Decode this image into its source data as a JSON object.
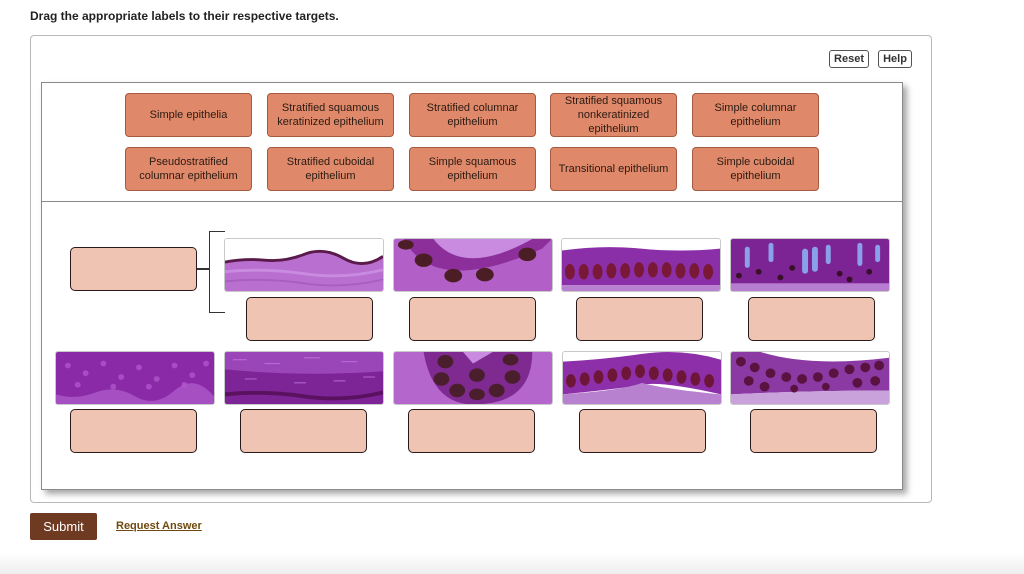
{
  "instructions": "Drag the appropriate labels to their respective targets.",
  "toolbar": {
    "reset_label": "Reset",
    "help_label": "Help"
  },
  "labels": [
    {
      "text": "Simple epithelia"
    },
    {
      "text": "Stratified squamous keratinized epithelium"
    },
    {
      "text": "Stratified columnar epithelium"
    },
    {
      "text": "Stratified squamous nonkeratinized epithelium"
    },
    {
      "text": "Simple columnar epithelium"
    },
    {
      "text": "Pseudostratified columnar epithelium"
    },
    {
      "text": "Stratified cuboidal epithelium"
    },
    {
      "text": "Simple squamous epithelium"
    },
    {
      "text": "Transitional epithelium"
    },
    {
      "text": "Simple cuboidal epithelium"
    }
  ],
  "tissue_images": [
    {
      "name": "simple-squamous-micrograph"
    },
    {
      "name": "simple-cuboidal-micrograph"
    },
    {
      "name": "simple-columnar-micrograph"
    },
    {
      "name": "pseudostratified-micrograph"
    },
    {
      "name": "stratified-squamous-keratinized-micrograph"
    },
    {
      "name": "stratified-squamous-nonkeratinized-micrograph"
    },
    {
      "name": "stratified-cuboidal-micrograph"
    },
    {
      "name": "stratified-columnar-micrograph"
    },
    {
      "name": "transitional-micrograph"
    }
  ],
  "drop_targets_count": 10,
  "colors": {
    "label_fill": "#e0896a",
    "target_fill": "#f0c4b2",
    "submit_bg": "#6e3a22",
    "link": "#6e4a10"
  },
  "footer": {
    "submit_label": "Submit",
    "request_answer_label": "Request Answer"
  }
}
